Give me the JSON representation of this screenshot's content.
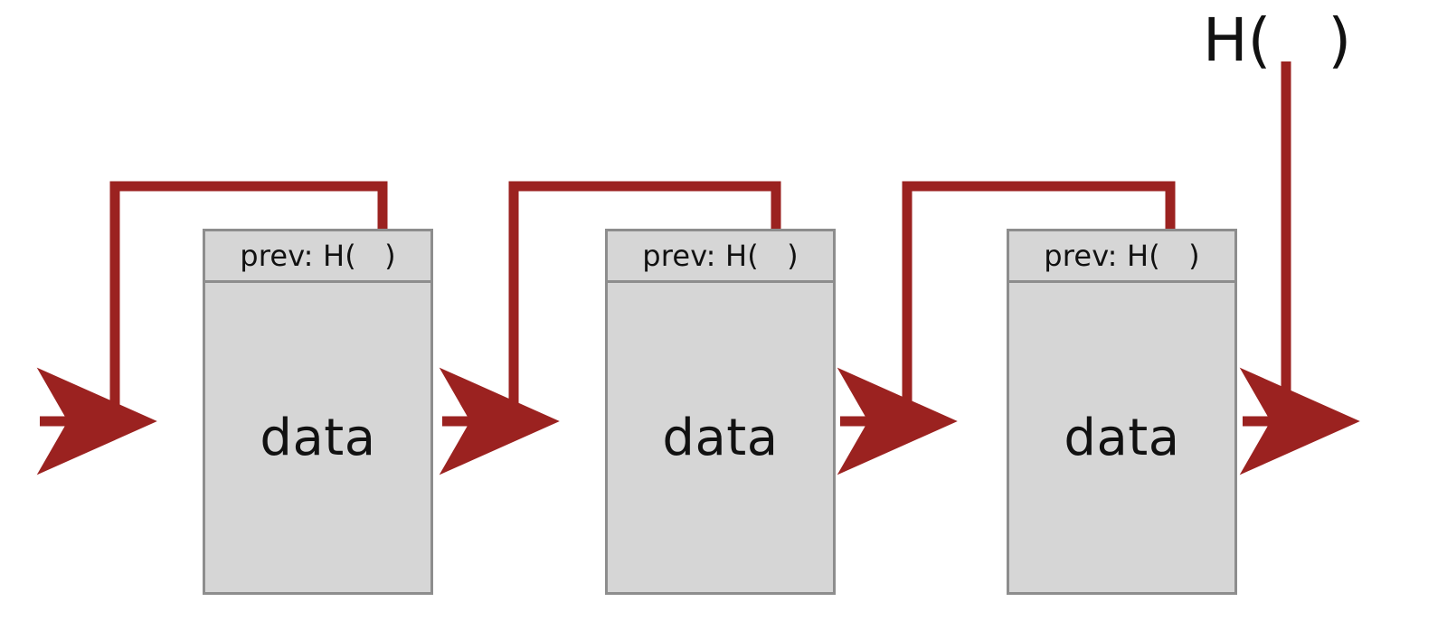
{
  "diagram": {
    "title": "hash-pointer-chain",
    "type": "blockchain-hash-chain",
    "background_color": "#ffffff",
    "colors": {
      "block_fill": "#d6d6d6",
      "block_border": "#8d8d8d",
      "pointer_red": "#9b2220",
      "text": "#111111"
    },
    "head_pointer": {
      "label": "H(   )",
      "label_prefix": "H(",
      "label_suffix": ")"
    },
    "blocks": [
      {
        "id": "block-1",
        "header_label": "prev: H(   )",
        "header_prefix": "prev: H(",
        "header_suffix": ")",
        "body_label": "data"
      },
      {
        "id": "block-2",
        "header_label": "prev: H(   )",
        "header_prefix": "prev: H(",
        "header_suffix": ")",
        "body_label": "data"
      },
      {
        "id": "block-3",
        "header_label": "prev: H(   )",
        "header_prefix": "prev: H(",
        "header_suffix": ")",
        "body_label": "data"
      }
    ],
    "pointers": [
      {
        "id": "pointer-from-block-1",
        "from": "block-1-header",
        "to": "off-canvas-left",
        "direction": "left"
      },
      {
        "id": "pointer-from-block-2",
        "from": "block-2-header",
        "to": "block-1-right-edge",
        "direction": "left"
      },
      {
        "id": "pointer-from-block-3",
        "from": "block-3-header",
        "to": "block-2-right-edge",
        "direction": "left"
      },
      {
        "id": "pointer-head",
        "from": "head-label",
        "to": "block-3-right-edge",
        "direction": "left"
      }
    ]
  }
}
